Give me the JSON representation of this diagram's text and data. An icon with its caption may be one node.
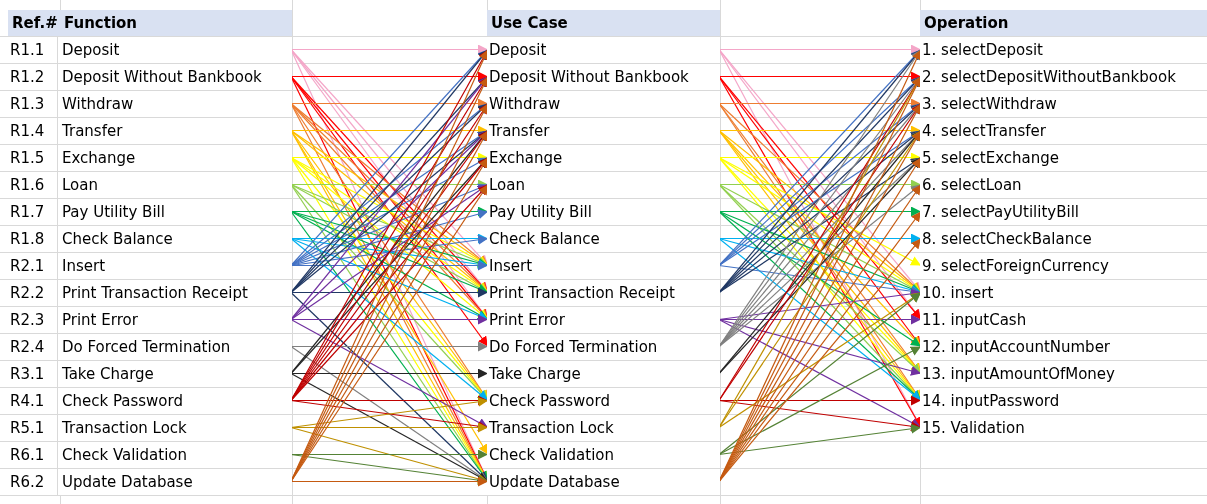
{
  "diagram": {
    "nodes": [
      {
        "text": [
          "R1.1",
          "Deposit"
        ]
      },
      {
        "text": [
          "R1.2",
          "Deposit Without Bankbook"
        ]
      },
      {
        "text": [
          "R1.3",
          "Withdraw"
        ]
      },
      {
        "text": [
          "R1.4",
          "Transfer"
        ]
      },
      {
        "text": [
          "R1.5",
          "Exchange"
        ]
      },
      {
        "text": [
          "R1.6",
          "Loan"
        ]
      },
      {
        "text": [
          "R1.7",
          "Pay Utility Bill"
        ]
      },
      {
        "text": [
          "R1.8",
          "Check Balance"
        ]
      },
      {
        "text": [
          "R2.1",
          "Insert"
        ]
      },
      {
        "text": [
          "R2.2",
          "Print Transaction Receipt"
        ]
      },
      {
        "text": [
          "R2.3",
          "Print Error"
        ]
      },
      {
        "text": [
          "R2.4",
          "Do Forced Termination"
        ]
      },
      {
        "text": [
          "R3.1",
          "Take Charge"
        ]
      },
      {
        "text": [
          "R4.1",
          "Check Password"
        ]
      },
      {
        "text": [
          "R5.1",
          "Transaction Lock"
        ]
      },
      {
        "text": [
          "R6.1",
          "Check Validation"
        ]
      },
      {
        "text": [
          "R6.2",
          "Update Database"
        ]
      },
      {
        "text": [
          "Deposit"
        ]
      },
      {
        "text": [
          "Deposit Without Bankbook"
        ]
      },
      {
        "text": [
          "Withdraw"
        ]
      },
      {
        "text": [
          "Transfer"
        ]
      },
      {
        "text": [
          "Exchange"
        ]
      },
      {
        "text": [
          "Loan"
        ]
      },
      {
        "text": [
          "Pay Utility Bill"
        ]
      },
      {
        "text": [
          "Check Balance"
        ]
      },
      {
        "text": [
          "Insert"
        ]
      },
      {
        "text": [
          "Print Transaction Receipt"
        ]
      },
      {
        "text": [
          "Print Error"
        ]
      },
      {
        "text": [
          "Do Forced Termination"
        ]
      },
      {
        "text": [
          "Take Charge"
        ]
      },
      {
        "text": [
          "Check Password"
        ]
      },
      {
        "text": [
          "Transaction Lock"
        ]
      },
      {
        "text": [
          "Check Validation"
        ]
      },
      {
        "text": [
          "Update Database"
        ]
      },
      {
        "text": [
          "1. selectDeposit"
        ]
      },
      {
        "text": [
          "2. selectDepositWithoutBankbook"
        ]
      },
      {
        "text": [
          "3. selectWithdraw"
        ]
      },
      {
        "text": [
          "4. selectTransfer"
        ]
      },
      {
        "text": [
          "5. selectExchange"
        ]
      },
      {
        "text": [
          "6. selectLoan"
        ]
      },
      {
        "text": [
          "7. selectPayUtilityBill"
        ]
      },
      {
        "text": [
          "8. selectCheckBalance"
        ]
      },
      {
        "text": [
          "9. selectForeignCurrency"
        ]
      },
      {
        "text": [
          "10. insert"
        ]
      },
      {
        "text": [
          "11. inputCash"
        ]
      },
      {
        "text": [
          "12. inputAccountNumber"
        ]
      },
      {
        "text": [
          "13. inputAmountOfMoney"
        ]
      },
      {
        "text": [
          "14. inputPassword"
        ]
      },
      {
        "text": [
          "15. Validation"
        ]
      }
    ],
    "edges": [
      {
        "from": 0,
        "to": 17,
        "arrow": "to",
        "color": "#f4a6c8"
      },
      {
        "from": 0,
        "to": 25,
        "arrow": "to",
        "color": "#f4a6c8"
      },
      {
        "from": 0,
        "to": 26,
        "arrow": "to",
        "color": "#f4a6c8"
      },
      {
        "from": 0,
        "to": 27,
        "arrow": "to",
        "color": "#f4a6c8"
      },
      {
        "from": 0,
        "to": 33,
        "arrow": "to",
        "color": "#f4a6c8"
      },
      {
        "from": 1,
        "to": 18,
        "arrow": "to",
        "color": "#ff0000"
      },
      {
        "from": 1,
        "to": 26,
        "arrow": "to",
        "color": "#ff0000"
      },
      {
        "from": 1,
        "to": 27,
        "arrow": "to",
        "color": "#ff0000"
      },
      {
        "from": 1,
        "to": 28,
        "arrow": "to",
        "color": "#ff0000"
      },
      {
        "from": 1,
        "to": 33,
        "arrow": "to",
        "color": "#ff0000"
      },
      {
        "from": 2,
        "to": 19,
        "arrow": "to",
        "color": "#ed7d31"
      },
      {
        "from": 2,
        "to": 25,
        "arrow": "to",
        "color": "#ed7d31"
      },
      {
        "from": 2,
        "to": 26,
        "arrow": "to",
        "color": "#ed7d31"
      },
      {
        "from": 2,
        "to": 27,
        "arrow": "to",
        "color": "#ed7d31"
      },
      {
        "from": 2,
        "to": 30,
        "arrow": "to",
        "color": "#ed7d31"
      },
      {
        "from": 2,
        "to": 33,
        "arrow": "to",
        "color": "#ed7d31"
      },
      {
        "from": 3,
        "to": 20,
        "arrow": "to",
        "color": "#ffc000"
      },
      {
        "from": 3,
        "to": 25,
        "arrow": "to",
        "color": "#ffc000"
      },
      {
        "from": 3,
        "to": 26,
        "arrow": "to",
        "color": "#ffc000"
      },
      {
        "from": 3,
        "to": 30,
        "arrow": "to",
        "color": "#ffc000"
      },
      {
        "from": 3,
        "to": 32,
        "arrow": "to",
        "color": "#ffc000"
      },
      {
        "from": 3,
        "to": 33,
        "arrow": "to",
        "color": "#ffc000"
      },
      {
        "from": 4,
        "to": 21,
        "arrow": "to",
        "color": "#ffff00"
      },
      {
        "from": 4,
        "to": 25,
        "arrow": "to",
        "color": "#ffff00"
      },
      {
        "from": 4,
        "to": 26,
        "arrow": "to",
        "color": "#ffff00"
      },
      {
        "from": 4,
        "to": 27,
        "arrow": "to",
        "color": "#ffff00"
      },
      {
        "from": 4,
        "to": 30,
        "arrow": "to",
        "color": "#ffff00"
      },
      {
        "from": 4,
        "to": 33,
        "arrow": "to",
        "color": "#ffff00"
      },
      {
        "from": 5,
        "to": 22,
        "arrow": "to",
        "color": "#92d050"
      },
      {
        "from": 5,
        "to": 25,
        "arrow": "to",
        "color": "#92d050"
      },
      {
        "from": 5,
        "to": 26,
        "arrow": "to",
        "color": "#92d050"
      },
      {
        "from": 5,
        "to": 30,
        "arrow": "to",
        "color": "#92d050"
      },
      {
        "from": 5,
        "to": 33,
        "arrow": "to",
        "color": "#92d050"
      },
      {
        "from": 6,
        "to": 23,
        "arrow": "to",
        "color": "#00b050"
      },
      {
        "from": 6,
        "to": 25,
        "arrow": "to",
        "color": "#00b050"
      },
      {
        "from": 6,
        "to": 26,
        "arrow": "to",
        "color": "#00b050"
      },
      {
        "from": 6,
        "to": 27,
        "arrow": "to",
        "color": "#00b050"
      },
      {
        "from": 6,
        "to": 33,
        "arrow": "to",
        "color": "#00b050"
      },
      {
        "from": 7,
        "to": 24,
        "arrow": "to",
        "color": "#00b0f0"
      },
      {
        "from": 7,
        "to": 25,
        "arrow": "to",
        "color": "#00b0f0"
      },
      {
        "from": 7,
        "to": 27,
        "arrow": "to",
        "color": "#00b0f0"
      },
      {
        "from": 7,
        "to": 30,
        "arrow": "to",
        "color": "#00b0f0"
      },
      {
        "from": 8,
        "to": 25,
        "arrow": "to",
        "color": "#4472c4"
      },
      {
        "from": 8,
        "to": 17,
        "arrow": "to",
        "color": "#4472c4"
      },
      {
        "from": 8,
        "to": 19,
        "arrow": "to",
        "color": "#4472c4"
      },
      {
        "from": 8,
        "to": 20,
        "arrow": "to",
        "color": "#4472c4"
      },
      {
        "from": 8,
        "to": 21,
        "arrow": "to",
        "color": "#4472c4"
      },
      {
        "from": 8,
        "to": 22,
        "arrow": "to",
        "color": "#4472c4"
      },
      {
        "from": 8,
        "to": 23,
        "arrow": "to",
        "color": "#4472c4"
      },
      {
        "from": 8,
        "to": 24,
        "arrow": "to",
        "color": "#4472c4"
      },
      {
        "from": 9,
        "to": 26,
        "arrow": "to",
        "color": "#203864"
      },
      {
        "from": 9,
        "to": 17,
        "arrow": "to",
        "color": "#203864"
      },
      {
        "from": 9,
        "to": 18,
        "arrow": "to",
        "color": "#203864"
      },
      {
        "from": 9,
        "to": 19,
        "arrow": "to",
        "color": "#203864"
      },
      {
        "from": 9,
        "to": 20,
        "arrow": "to",
        "color": "#203864"
      },
      {
        "from": 9,
        "to": 33,
        "arrow": "to",
        "color": "#203864"
      },
      {
        "from": 10,
        "to": 27,
        "arrow": "to",
        "color": "#7030a0"
      },
      {
        "from": 10,
        "to": 18,
        "arrow": "to",
        "color": "#7030a0"
      },
      {
        "from": 10,
        "to": 20,
        "arrow": "to",
        "color": "#7030a0"
      },
      {
        "from": 10,
        "to": 22,
        "arrow": "to",
        "color": "#7030a0"
      },
      {
        "from": 10,
        "to": 31,
        "arrow": "to",
        "color": "#7030a0"
      },
      {
        "from": 11,
        "to": 28,
        "arrow": "to",
        "color": "#808080"
      },
      {
        "from": 11,
        "to": 33,
        "arrow": "to",
        "color": "#808080"
      },
      {
        "from": 12,
        "to": 29,
        "arrow": "to",
        "color": "#262626"
      },
      {
        "from": 12,
        "to": 20,
        "arrow": "to",
        "color": "#262626"
      },
      {
        "from": 12,
        "to": 21,
        "arrow": "to",
        "color": "#262626"
      },
      {
        "from": 12,
        "to": 33,
        "arrow": "to",
        "color": "#262626"
      },
      {
        "from": 13,
        "to": 30,
        "arrow": "to",
        "color": "#c00000"
      },
      {
        "from": 13,
        "to": 17,
        "arrow": "to",
        "color": "#c00000"
      },
      {
        "from": 13,
        "to": 18,
        "arrow": "to",
        "color": "#c00000"
      },
      {
        "from": 13,
        "to": 19,
        "arrow": "to",
        "color": "#c00000"
      },
      {
        "from": 13,
        "to": 20,
        "arrow": "to",
        "color": "#c00000"
      },
      {
        "from": 13,
        "to": 21,
        "arrow": "to",
        "color": "#c00000"
      },
      {
        "from": 13,
        "to": 22,
        "arrow": "to",
        "color": "#c00000"
      },
      {
        "from": 13,
        "to": 31,
        "arrow": "to",
        "color": "#c00000"
      },
      {
        "from": 14,
        "to": 31,
        "arrow": "to",
        "color": "#bf9000"
      },
      {
        "from": 14,
        "to": 30,
        "arrow": "to",
        "color": "#bf9000"
      },
      {
        "from": 14,
        "to": 33,
        "arrow": "to",
        "color": "#bf9000"
      },
      {
        "from": 15,
        "to": 32,
        "arrow": "to",
        "color": "#548235"
      },
      {
        "from": 15,
        "to": 33,
        "arrow": "to",
        "color": "#548235"
      },
      {
        "from": 16,
        "to": 33,
        "arrow": "to",
        "color": "#c55a11"
      },
      {
        "from": 16,
        "to": 17,
        "arrow": "to",
        "color": "#c55a11"
      },
      {
        "from": 16,
        "to": 18,
        "arrow": "to",
        "color": "#c55a11"
      },
      {
        "from": 16,
        "to": 19,
        "arrow": "to",
        "color": "#c55a11"
      },
      {
        "from": 16,
        "to": 20,
        "arrow": "to",
        "color": "#c55a11"
      },
      {
        "from": 16,
        "to": 21,
        "arrow": "to",
        "color": "#c55a11"
      },
      {
        "from": 16,
        "to": 22,
        "arrow": "to",
        "color": "#c55a11"
      },
      {
        "from": 17,
        "to": 34,
        "arrow": "to",
        "color": "#f4a6c8"
      },
      {
        "from": 17,
        "to": 43,
        "arrow": "to",
        "color": "#f4a6c8"
      },
      {
        "from": 17,
        "to": 44,
        "arrow": "to",
        "color": "#f4a6c8"
      },
      {
        "from": 17,
        "to": 48,
        "arrow": "to",
        "color": "#f4a6c8"
      },
      {
        "from": 18,
        "to": 35,
        "arrow": "to",
        "color": "#ff0000"
      },
      {
        "from": 18,
        "to": 44,
        "arrow": "to",
        "color": "#ff0000"
      },
      {
        "from": 18,
        "to": 45,
        "arrow": "to",
        "color": "#ff0000"
      },
      {
        "from": 18,
        "to": 48,
        "arrow": "to",
        "color": "#ff0000"
      },
      {
        "from": 19,
        "to": 36,
        "arrow": "to",
        "color": "#ed7d31"
      },
      {
        "from": 19,
        "to": 43,
        "arrow": "to",
        "color": "#ed7d31"
      },
      {
        "from": 19,
        "to": 46,
        "arrow": "to",
        "color": "#ed7d31"
      },
      {
        "from": 19,
        "to": 47,
        "arrow": "to",
        "color": "#ed7d31"
      },
      {
        "from": 20,
        "to": 37,
        "arrow": "to",
        "color": "#ffc000"
      },
      {
        "from": 20,
        "to": 43,
        "arrow": "to",
        "color": "#ffc000"
      },
      {
        "from": 20,
        "to": 45,
        "arrow": "to",
        "color": "#ffc000"
      },
      {
        "from": 20,
        "to": 46,
        "arrow": "to",
        "color": "#ffc000"
      },
      {
        "from": 20,
        "to": 47,
        "arrow": "to",
        "color": "#ffc000"
      },
      {
        "from": 21,
        "to": 38,
        "arrow": "to",
        "color": "#ffff00"
      },
      {
        "from": 21,
        "to": 42,
        "arrow": "to",
        "color": "#ffff00"
      },
      {
        "from": 21,
        "to": 43,
        "arrow": "to",
        "color": "#ffff00"
      },
      {
        "from": 21,
        "to": 46,
        "arrow": "to",
        "color": "#ffff00"
      },
      {
        "from": 21,
        "to": 47,
        "arrow": "to",
        "color": "#ffff00"
      },
      {
        "from": 22,
        "to": 39,
        "arrow": "to",
        "color": "#92d050"
      },
      {
        "from": 22,
        "to": 43,
        "arrow": "to",
        "color": "#92d050"
      },
      {
        "from": 22,
        "to": 46,
        "arrow": "to",
        "color": "#92d050"
      },
      {
        "from": 22,
        "to": 47,
        "arrow": "to",
        "color": "#92d050"
      },
      {
        "from": 23,
        "to": 40,
        "arrow": "to",
        "color": "#00b050"
      },
      {
        "from": 23,
        "to": 43,
        "arrow": "to",
        "color": "#00b050"
      },
      {
        "from": 23,
        "to": 45,
        "arrow": "to",
        "color": "#00b050"
      },
      {
        "from": 23,
        "to": 47,
        "arrow": "to",
        "color": "#00b050"
      },
      {
        "from": 24,
        "to": 41,
        "arrow": "to",
        "color": "#00b0f0"
      },
      {
        "from": 24,
        "to": 43,
        "arrow": "to",
        "color": "#00b0f0"
      },
      {
        "from": 24,
        "to": 47,
        "arrow": "to",
        "color": "#00b0f0"
      },
      {
        "from": 25,
        "to": 43,
        "arrow": "to",
        "color": "#4472c4"
      },
      {
        "from": 25,
        "to": 34,
        "arrow": "to",
        "color": "#4472c4"
      },
      {
        "from": 25,
        "to": 35,
        "arrow": "to",
        "color": "#4472c4"
      },
      {
        "from": 25,
        "to": 36,
        "arrow": "to",
        "color": "#4472c4"
      },
      {
        "from": 25,
        "to": 37,
        "arrow": "to",
        "color": "#4472c4"
      },
      {
        "from": 26,
        "to": 34,
        "arrow": "to",
        "color": "#203864"
      },
      {
        "from": 26,
        "to": 35,
        "arrow": "to",
        "color": "#203864"
      },
      {
        "from": 26,
        "to": 36,
        "arrow": "to",
        "color": "#203864"
      },
      {
        "from": 26,
        "to": 37,
        "arrow": "to",
        "color": "#203864"
      },
      {
        "from": 26,
        "to": 38,
        "arrow": "to",
        "color": "#203864"
      },
      {
        "from": 27,
        "to": 44,
        "arrow": "to",
        "color": "#7030a0"
      },
      {
        "from": 27,
        "to": 43,
        "arrow": "to",
        "color": "#7030a0"
      },
      {
        "from": 27,
        "to": 46,
        "arrow": "to",
        "color": "#7030a0"
      },
      {
        "from": 27,
        "to": 48,
        "arrow": "to",
        "color": "#7030a0"
      },
      {
        "from": 28,
        "to": 34,
        "arrow": "to",
        "color": "#808080"
      },
      {
        "from": 28,
        "to": 35,
        "arrow": "to",
        "color": "#808080"
      },
      {
        "from": 28,
        "to": 36,
        "arrow": "to",
        "color": "#808080"
      },
      {
        "from": 28,
        "to": 37,
        "arrow": "to",
        "color": "#808080"
      },
      {
        "from": 28,
        "to": 38,
        "arrow": "to",
        "color": "#808080"
      },
      {
        "from": 28,
        "to": 39,
        "arrow": "to",
        "color": "#808080"
      },
      {
        "from": 29,
        "to": 37,
        "arrow": "to",
        "color": "#262626"
      },
      {
        "from": 29,
        "to": 38,
        "arrow": "to",
        "color": "#262626"
      },
      {
        "from": 30,
        "to": 47,
        "arrow": "to",
        "color": "#c00000"
      },
      {
        "from": 30,
        "to": 48,
        "arrow": "to",
        "color": "#c00000"
      },
      {
        "from": 30,
        "to": 35,
        "arrow": "to",
        "color": "#c00000"
      },
      {
        "from": 30,
        "to": 36,
        "arrow": "to",
        "color": "#c00000"
      },
      {
        "from": 31,
        "to": 43,
        "arrow": "to",
        "color": "#bf9000"
      },
      {
        "from": 31,
        "to": 35,
        "arrow": "to",
        "color": "#bf9000"
      },
      {
        "from": 31,
        "to": 37,
        "arrow": "to",
        "color": "#bf9000"
      },
      {
        "from": 32,
        "to": 48,
        "arrow": "to",
        "color": "#548235"
      },
      {
        "from": 32,
        "to": 43,
        "arrow": "to",
        "color": "#548235"
      },
      {
        "from": 32,
        "to": 45,
        "arrow": "to",
        "color": "#548235"
      },
      {
        "from": 33,
        "to": 34,
        "arrow": "to",
        "color": "#c55a11"
      },
      {
        "from": 33,
        "to": 35,
        "arrow": "to",
        "color": "#c55a11"
      },
      {
        "from": 33,
        "to": 36,
        "arrow": "to",
        "color": "#c55a11"
      },
      {
        "from": 33,
        "to": 37,
        "arrow": "to",
        "color": "#c55a11"
      },
      {
        "from": 33,
        "to": 38,
        "arrow": "to",
        "color": "#c55a11"
      },
      {
        "from": 33,
        "to": 39,
        "arrow": "to",
        "color": "#c55a11"
      },
      {
        "from": 33,
        "to": 40,
        "arrow": "to",
        "color": "#c55a11"
      },
      {
        "from": 33,
        "to": 41,
        "arrow": "to",
        "color": "#c55a11"
      }
    ],
    "labels": [
      "Ref.#",
      "Function",
      "Use Case",
      "Operation"
    ]
  }
}
